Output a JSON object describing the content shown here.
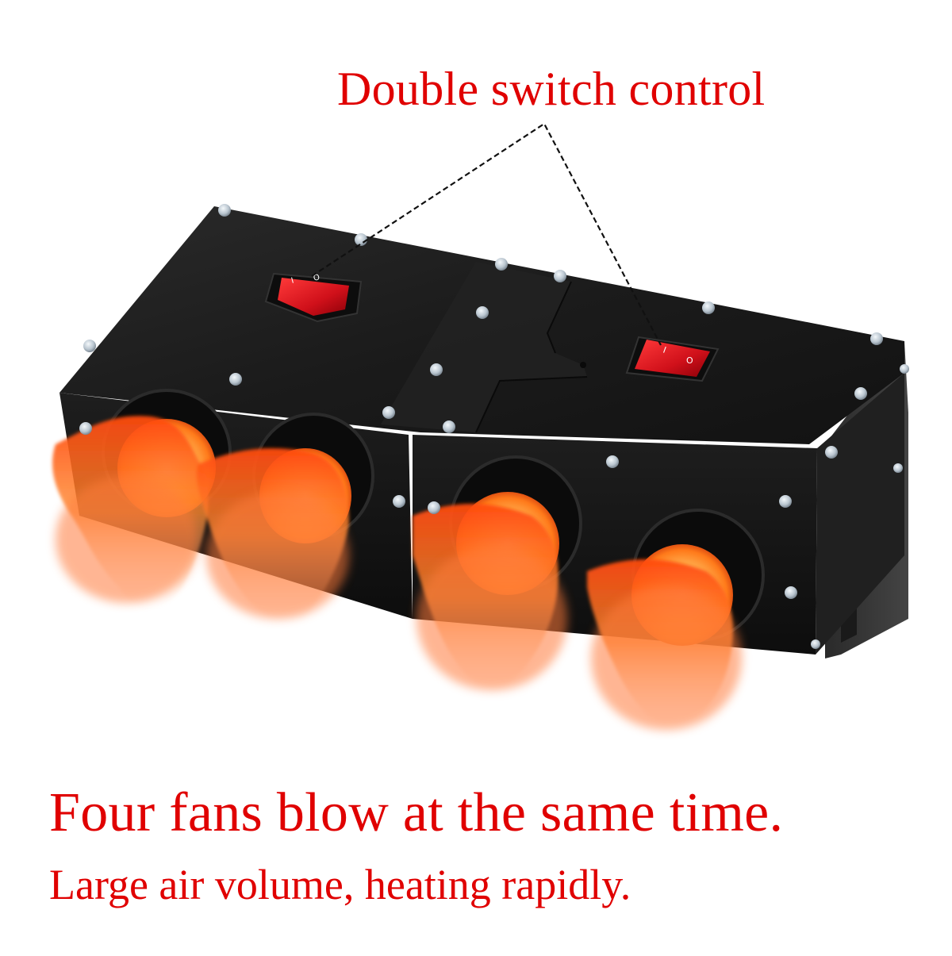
{
  "annotation": {
    "title": "Double switch control",
    "callout_target_count": 2
  },
  "captions": {
    "headline": "Four fans blow at the same time.",
    "subline": "Large air volume, heating rapidly."
  },
  "product": {
    "name": "heater",
    "fan_count": 4,
    "switch_count": 2,
    "switch_labels": [
      "I",
      "O"
    ]
  },
  "colors": {
    "text_red": "#e00000",
    "body_black": "#151515",
    "switch_red": "#d0101a",
    "flame_orange": "#ff6a10",
    "screw_silver": "#c9d3dc"
  }
}
